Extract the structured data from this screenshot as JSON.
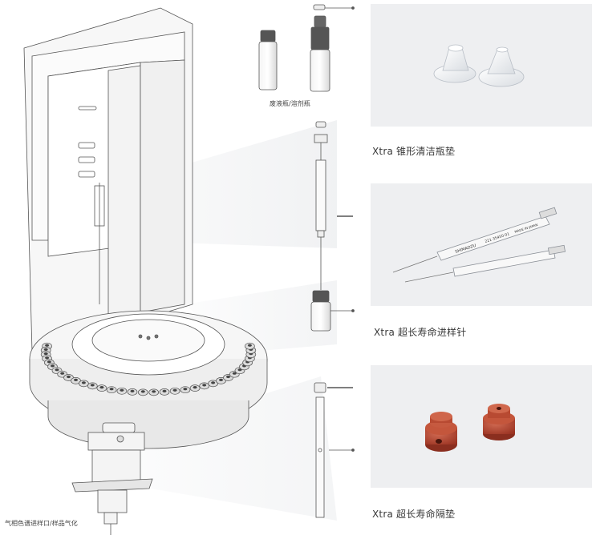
{
  "labels": {
    "vial_caption": "废液瓶/溶剂瓶",
    "inlet_caption": "气相色谱进样口/样品气化",
    "panel1_title": "Xtra 锥形清洁瓶垫",
    "panel2_title": "Xtra 超长寿命进样针",
    "panel3_title": "Xtra 超长寿命隔垫"
  },
  "syringe_print": {
    "brand": "SHIMADZU",
    "part_no": "221-35450-01",
    "origin": "MADE IN JAPAN"
  },
  "colors": {
    "panel_bg": "#eeeff1",
    "septum_red": "#b5432e",
    "line": "#555555"
  }
}
